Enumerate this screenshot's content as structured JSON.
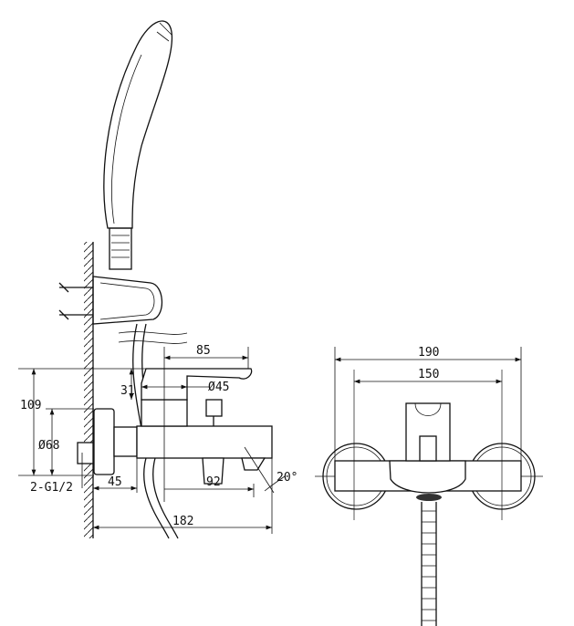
{
  "drawing": {
    "title": "Wall-mounted bath/shower mixer technical drawing",
    "side_view": {
      "dim_85": "85",
      "dim_31": "31",
      "dim_d45": "Ø45",
      "dim_109": "109",
      "dim_d68": "Ø68",
      "dim_thread": "2-G1/2",
      "dim_45": "45",
      "dim_92": "92",
      "dim_angle": "20°",
      "dim_182": "182"
    },
    "front_view": {
      "dim_190": "190",
      "dim_150": "150"
    }
  }
}
